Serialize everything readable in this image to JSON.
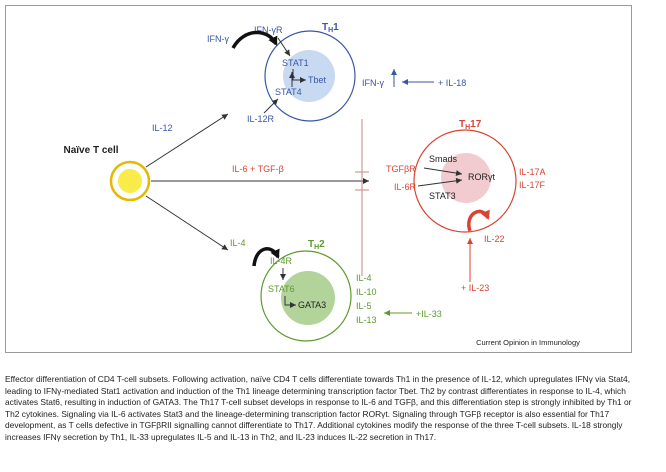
{
  "diagram": {
    "credit": "Current Opinion in Immunology",
    "naive": {
      "label": "Naïve T cell"
    },
    "th1": {
      "title_T": "T",
      "title_sub": "H",
      "title_num": "1",
      "ifng": "IFN-γ",
      "ifngr": "IFN-γR",
      "stat1": "STAT1",
      "tbet": "Tbet",
      "stat4": "STAT4",
      "out_ifng": "IFN-γ",
      "il18": "+ IL-18",
      "il12": "IL-12",
      "il12r": "IL-12R"
    },
    "th17": {
      "title_T": "T",
      "title_sub": "H",
      "title_num": "17",
      "il6_tgfb": "IL-6 + TGF-β",
      "tgfbr": "TGFβR",
      "il6r": "IL-6R",
      "smads": "Smads",
      "rorgt": "RORγt",
      "stat3": "STAT3",
      "il17a": "IL-17A",
      "il17f": "IL-17F",
      "il22": "IL-22",
      "il23": "+ IL-23"
    },
    "th2": {
      "title_T": "T",
      "title_sub": "H",
      "title_num": "2",
      "il4": "IL-4",
      "il4r": "IL-4R",
      "stat6": "STAT6",
      "gata3": "GATA3",
      "out_il4": "IL-4",
      "out_il10": "IL-10",
      "out_il5": "IL-5",
      "out_il13": "IL-13",
      "il33": "+IL-33"
    },
    "colors": {
      "th1": "#3a56a6",
      "th17": "#d94432",
      "th2": "#5c9a2c",
      "th1_fill": "#c7daf1",
      "th17_fill": "#f1cbd0",
      "th2_fill": "#b2d49b",
      "naive_fill": "#f8ec4a",
      "naive_ring": "#e7b800",
      "arrow": "#333333",
      "inhibit": "#c98585"
    }
  },
  "caption": "Effector differentiation of CD4 T-cell subsets. Following activation, naïve CD4 T cells differentiate towards Th1 in the presence of IL-12, which upregulates IFNγ via Stat4, leading to IFNγ-mediated Stat1 activation and induction of the Th1 lineage determining transcription factor Tbet. Th2 by contrast differentiates in response to IL-4, which activates Stat6, resulting in induction of GATA3. The Th17 T-cell subset develops in response to IL-6 and TGFβ, and this differentiation step is strongly inhibited by Th1 or Th2 cytokines. Signaling via IL-6 activates Stat3 and the lineage-determining transcription factor RORγt. Signaling through TGFβ receptor is also essential for Th17 development, as T cells defective in TGFβRII signalling cannot differentiate to Th17. Additional cytokines modify the response of the three T-cell subsets. IL-18 strongly increases IFNγ secretion by Th1, IL-33 upregulates IL-5 and IL-13 in Th2, and IL-23 induces IL-22 secretion in Th17."
}
